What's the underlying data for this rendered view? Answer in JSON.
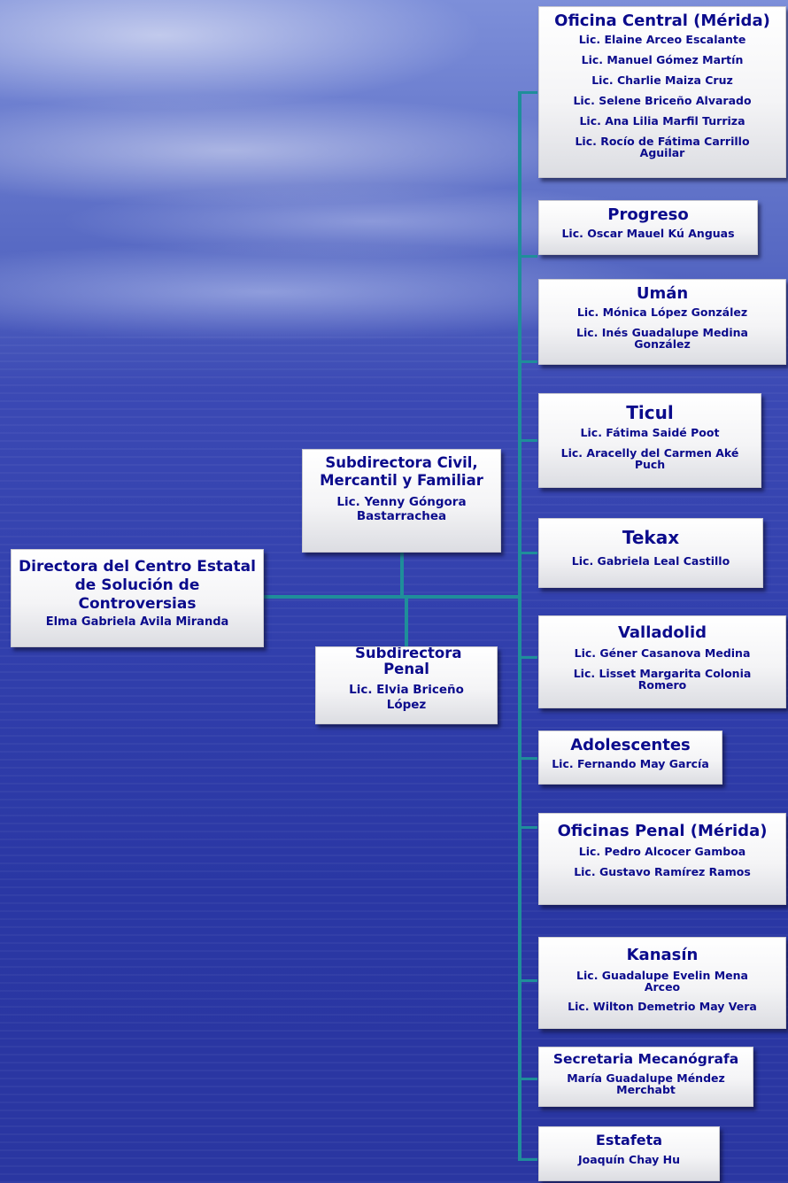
{
  "director": {
    "title": "Directora del Centro Estatal de Solución de Controversias",
    "name": "Elma Gabriela Avila Miranda"
  },
  "sub_civil": {
    "title": "Subdirectora Civil, Mercantil y Familiar",
    "name": "Lic. Yenny Góngora Bastarrachea"
  },
  "sub_penal": {
    "title": "Subdirectora Penal",
    "name": "Lic. Elvia Briceño López"
  },
  "offices": [
    {
      "title": "Oficina Central (Mérida)",
      "people": [
        "Lic. Elaine Arceo Escalante",
        "Lic. Manuel Gómez Martín",
        "Lic. Charlie Maiza Cruz",
        "Lic. Selene Briceño Alvarado",
        "Lic. Ana Lilia Marfil Turriza",
        "Lic. Rocío de Fátima Carrillo Aguilar"
      ]
    },
    {
      "title": "Progreso",
      "people": [
        "Lic. Oscar Mauel Kú Anguas"
      ]
    },
    {
      "title": "Umán",
      "people": [
        "Lic. Mónica López González",
        "Lic. Inés Guadalupe Medina González"
      ]
    },
    {
      "title": "Ticul",
      "people": [
        "Lic. Fátima Saidé Poot",
        "Lic. Aracelly del Carmen Aké Puch"
      ]
    },
    {
      "title": "Tekax",
      "people": [
        "Lic. Gabriela Leal Castillo"
      ]
    },
    {
      "title": "Valladolid",
      "people": [
        "Lic. Géner Casanova Medina",
        "Lic. Lisset Margarita Colonia Romero"
      ]
    },
    {
      "title": "Adolescentes",
      "people": [
        "Lic. Fernando May García"
      ]
    },
    {
      "title": "Oficinas Penal (Mérida)",
      "people": [
        "Lic. Pedro Alcocer Gamboa",
        "Lic. Gustavo Ramírez Ramos"
      ]
    },
    {
      "title": "Kanasín",
      "people": [
        "Lic.  Guadalupe Evelin Mena Arceo",
        "Lic. Wilton Demetrio May Vera"
      ]
    },
    {
      "title": "Secretaria Mecanógrafa",
      "people": [
        "María Guadalupe Méndez Merchabt"
      ]
    },
    {
      "title": "Estafeta",
      "people": [
        "Joaquín Chay Hu"
      ]
    }
  ]
}
